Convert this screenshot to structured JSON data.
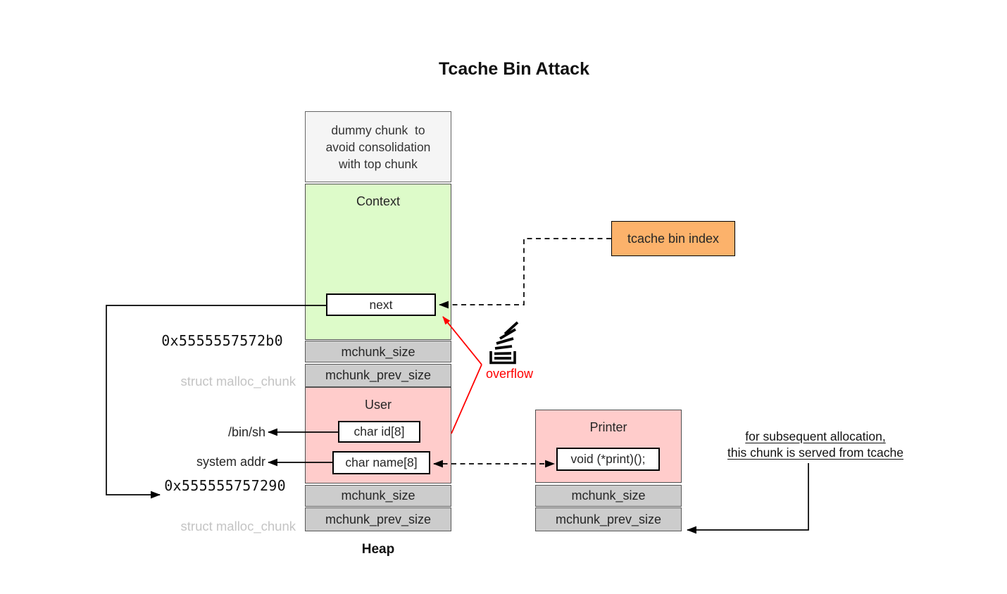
{
  "title": "Tcache Bin Attack",
  "colors": {
    "context_green": "#ddfbc9",
    "chunk_pink": "#ffcccb",
    "tcache_orange": "#fcb26b",
    "row_gray": "#cccccc",
    "dummy_gray": "#f5f5f5",
    "overflow_red": "#ff0000",
    "struct_label_gray": "#c4c4c4"
  },
  "main_column": {
    "dummy_chunk_text": "dummy chunk  to\navoid consolidation\nwith top chunk",
    "context_title": "Context",
    "next_field": "next",
    "mchunk_size_top": "mchunk_size",
    "mchunk_prev_size_top": "mchunk_prev_size",
    "user_title": "User",
    "char_id_field": "char id[8]",
    "char_name_field": "char name[8]",
    "mchunk_size_bottom": "mchunk_size",
    "mchunk_prev_size_bottom": "mchunk_prev_size",
    "heap_label": "Heap"
  },
  "left_annotations": {
    "chunk1_addr": "0x5555557572b0",
    "chunk1_struct": "struct malloc_chunk",
    "binsh_label": "/bin/sh",
    "system_addr_label": "system addr",
    "chunk2_addr": "0x555555757290",
    "chunk2_struct": "struct malloc_chunk"
  },
  "tcache_bin_index_label": "tcache bin index",
  "overflow_label": "overflow",
  "printer_column": {
    "printer_title": "Printer",
    "print_field": "void (*print)();",
    "mchunk_size": "mchunk_size",
    "mchunk_prev_size": "mchunk_prev_size"
  },
  "note": {
    "line1": "for subsequent allocation,",
    "line2": "this chunk is served from tcache"
  },
  "icons": {
    "overflow_icon": "stack-overflow-icon"
  }
}
